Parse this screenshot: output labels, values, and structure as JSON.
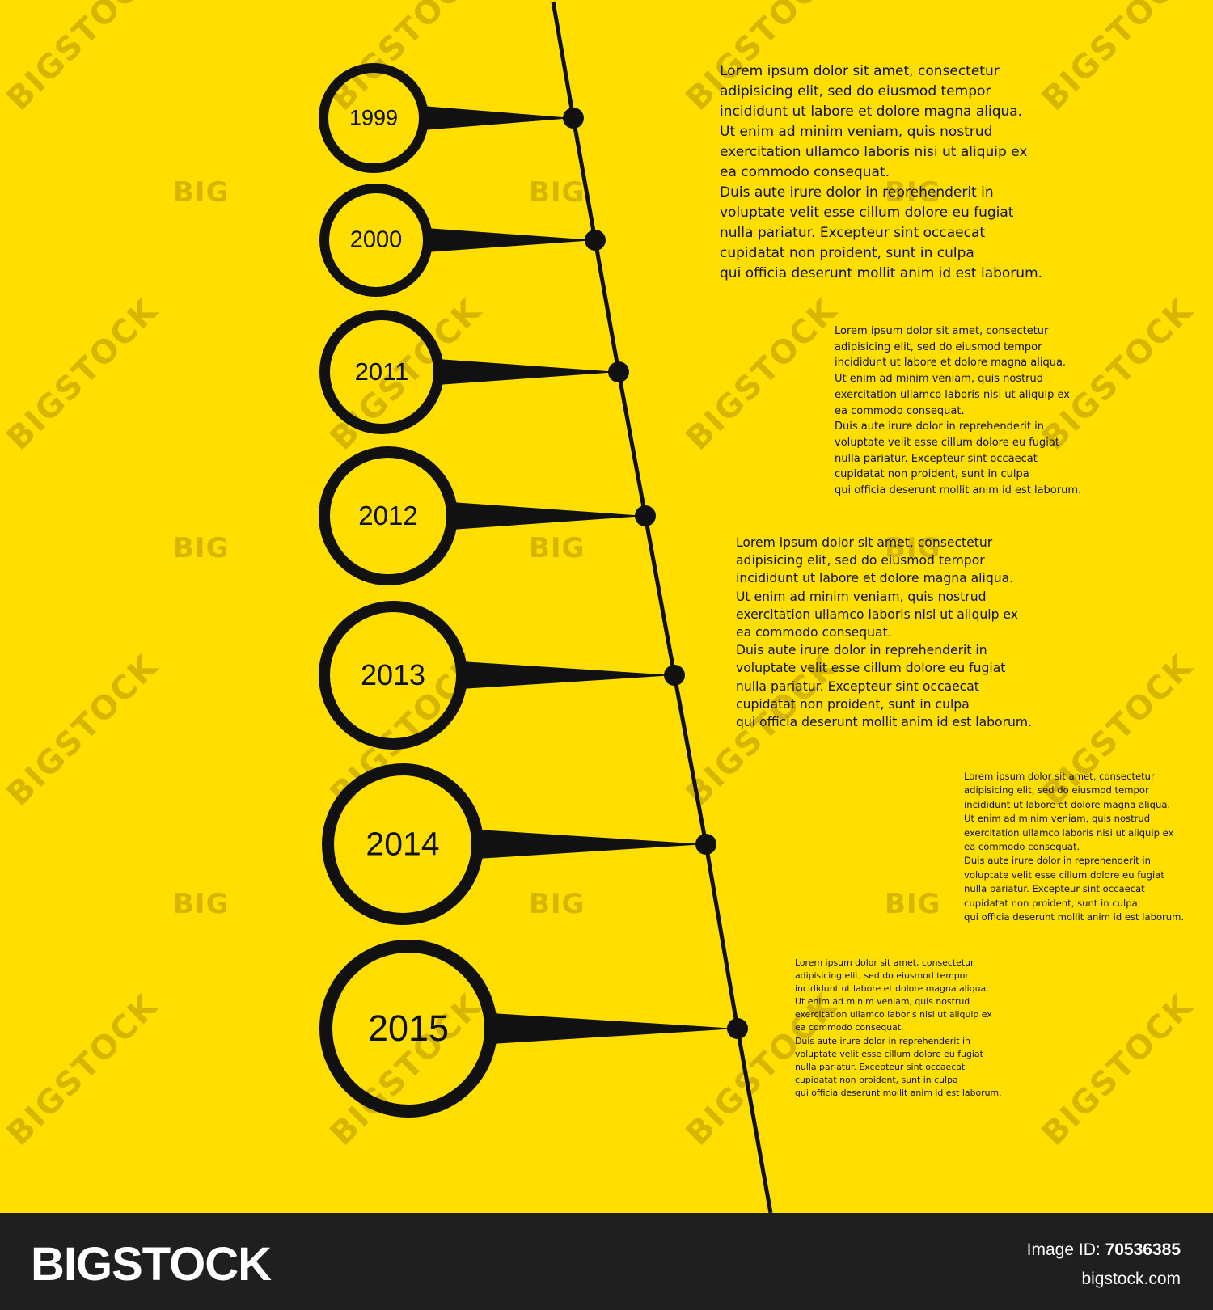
{
  "timeline": {
    "colors": {
      "background": "#ffde00",
      "ink": "#111111",
      "footer": "#1f1f1f"
    },
    "milestones": [
      {
        "year": "1999"
      },
      {
        "year": "2000"
      },
      {
        "year": "2011"
      },
      {
        "year": "2012"
      },
      {
        "year": "2013"
      },
      {
        "year": "2014"
      },
      {
        "year": "2015"
      }
    ],
    "descriptions": [
      "Lorem ipsum dolor sit amet, consectetur\nadipisicing elit, sed do eiusmod tempor\nincididunt ut labore et dolore magna aliqua.\nUt enim ad minim veniam, quis nostrud\nexercitation ullamco laboris nisi ut aliquip ex\nea commodo consequat.\nDuis aute irure dolor in reprehenderit in\nvoluptate velit esse cillum dolore eu fugiat\nnulla pariatur. Excepteur sint occaecat\ncupidatat non proident, sunt in culpa\nqui officia deserunt mollit anim id est laborum.",
      "Lorem ipsum dolor sit amet, consectetur\nadipisicing elit, sed do eiusmod tempor\nincididunt ut labore et dolore magna aliqua.\nUt enim ad minim veniam, quis nostrud\nexercitation ullamco laboris nisi ut aliquip ex\nea commodo consequat.\nDuis aute irure dolor in reprehenderit in\nvoluptate velit esse cillum dolore eu fugiat\nnulla pariatur. Excepteur sint occaecat\ncupidatat non proident, sunt in culpa\nqui officia deserunt mollit anim id est laborum.",
      "Lorem ipsum dolor sit amet, consectetur\nadipisicing elit, sed do eiusmod tempor\nincididunt ut labore et dolore magna aliqua.\nUt enim ad minim veniam, quis nostrud\nexercitation ullamco laboris nisi ut aliquip ex\nea commodo consequat.\nDuis aute irure dolor in reprehenderit in\nvoluptate velit esse cillum dolore eu fugiat\nnulla pariatur. Excepteur sint occaecat\ncupidatat non proident, sunt in culpa\nqui officia deserunt mollit anim id est laborum.",
      "Lorem ipsum dolor sit amet, consectetur\nadipisicing elit, sed do eiusmod tempor\nincididunt ut labore et dolore magna aliqua.\nUt enim ad minim veniam, quis nostrud\nexercitation ullamco laboris nisi ut aliquip ex\nea commodo consequat.\nDuis aute irure dolor in reprehenderit in\nvoluptate velit esse cillum dolore eu fugiat\nnulla pariatur. Excepteur sint occaecat\ncupidatat non proident, sunt in culpa\nqui officia deserunt mollit anim id est laborum.",
      "Lorem ipsum dolor sit amet, consectetur\nadipisicing elit, sed do eiusmod tempor\nincididunt ut labore et dolore magna aliqua.\nUt enim ad minim veniam, quis nostrud\nexercitation ullamco laboris nisi ut aliquip ex\nea commodo consequat.\nDuis aute irure dolor in reprehenderit in\nvoluptate velit esse cillum dolore eu fugiat\nnulla pariatur. Excepteur sint occaecat\ncupidatat non proident, sunt in culpa\nqui officia deserunt mollit anim id est laborum."
    ]
  },
  "watermark": {
    "short": "BIG",
    "long": "BIGSTOCK"
  },
  "footer": {
    "brand": "BIGSTOCK",
    "image_id_label": "Image ID:",
    "image_id_value": "70536385",
    "site": "bigstock.com"
  }
}
